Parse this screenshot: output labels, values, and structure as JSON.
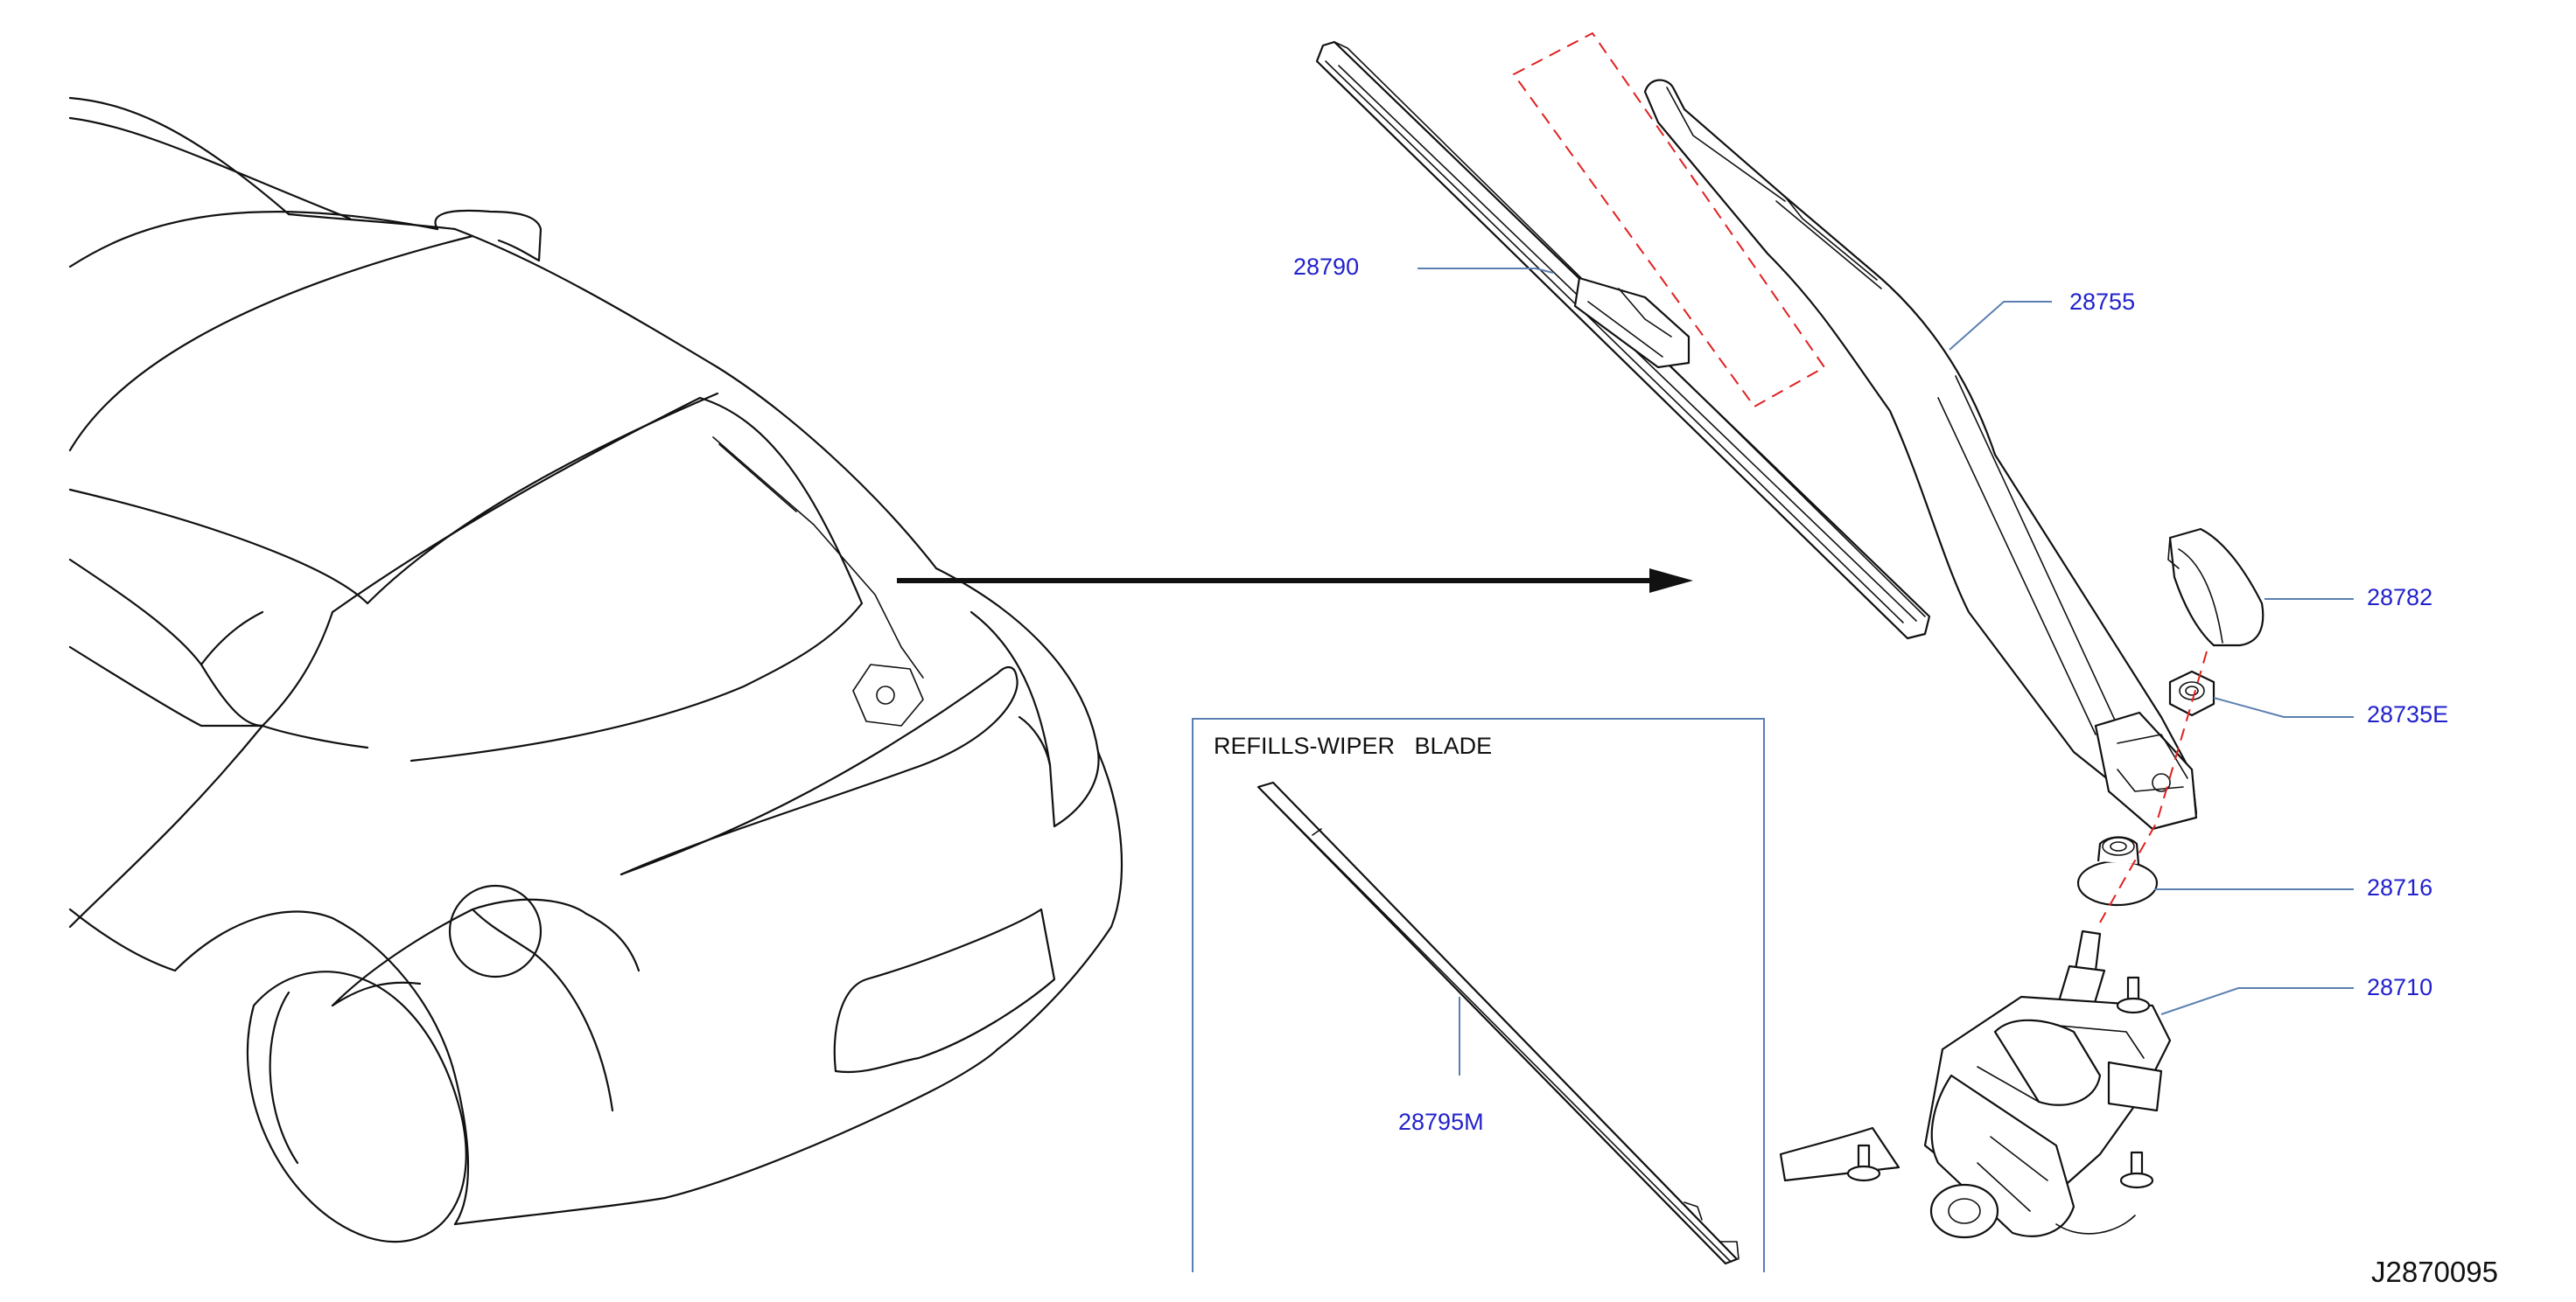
{
  "diagram_id": "J2870095",
  "inset": {
    "title": "REFILLS-WIPER   BLADE"
  },
  "parts": [
    {
      "code": "28790"
    },
    {
      "code": "28755"
    },
    {
      "code": "28782"
    },
    {
      "code": "28735E"
    },
    {
      "code": "28716"
    },
    {
      "code": "28710"
    },
    {
      "code": "28795M"
    }
  ],
  "colors": {
    "label": "#2222cc",
    "leader": "#5b7fb0",
    "hidden_line": "#e02020",
    "line": "#111111"
  }
}
